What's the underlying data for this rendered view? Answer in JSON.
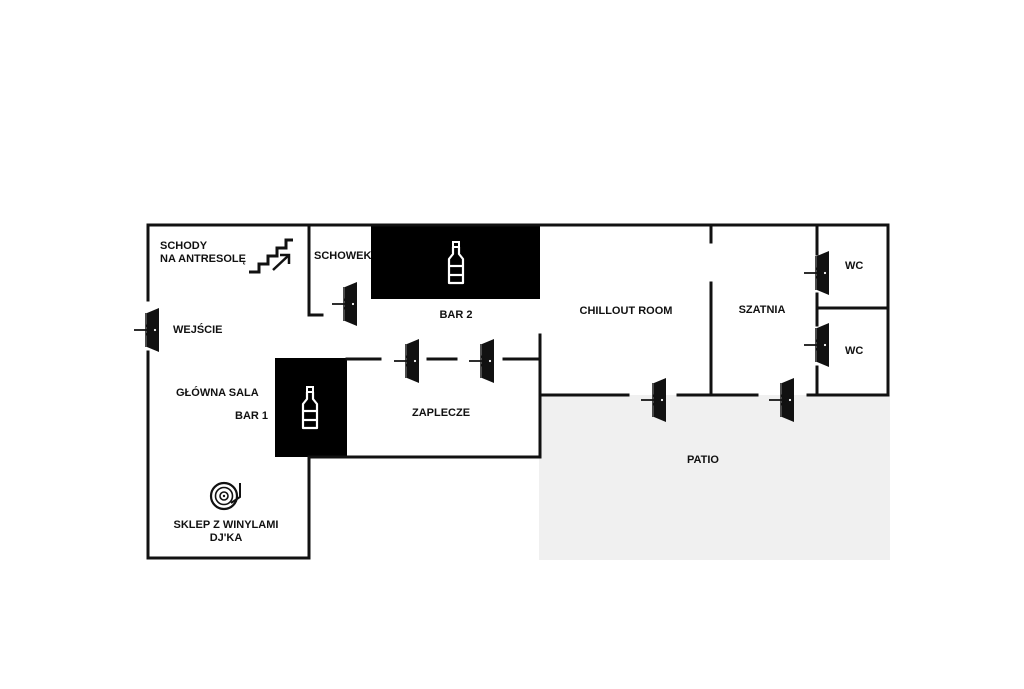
{
  "rooms": {
    "schody_line1": "SCHODY",
    "schody_line2": "NA ANTRESOLĘ",
    "schowek": "SCHOWEK",
    "bar2": "BAR 2",
    "wejscie": "WEJŚCIE",
    "glowna_sala": "GŁÓWNA SALA",
    "bar1": "BAR 1",
    "zaplecze": "ZAPLECZE",
    "chillout": "CHILLOUT ROOM",
    "szatnia": "SZATNIA",
    "wc_1": "WC",
    "wc_2": "WC",
    "patio": "PATIO",
    "sklep_line1": "SKLEP Z WINYLAMI",
    "sklep_line2": "DJ'KA"
  },
  "icons": {
    "stairs": "stairs-icon",
    "bottle": "bottle-icon",
    "door": "door-icon",
    "vinyl": "vinyl-record-icon"
  },
  "colors": {
    "wall": "#111111",
    "bar_fill": "#000000",
    "patio_fill": "#f0f0f0",
    "background": "#ffffff"
  }
}
